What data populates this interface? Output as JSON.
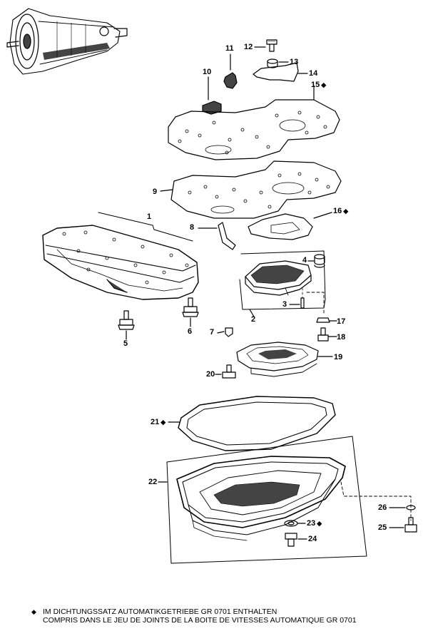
{
  "callouts": {
    "c1": {
      "label": "1"
    },
    "c2": {
      "label": "2"
    },
    "c3": {
      "label": "3"
    },
    "c4": {
      "label": "4"
    },
    "c5": {
      "label": "5"
    },
    "c6": {
      "label": "6"
    },
    "c7": {
      "label": "7"
    },
    "c8": {
      "label": "8"
    },
    "c9": {
      "label": "9"
    },
    "c10": {
      "label": "10"
    },
    "c11": {
      "label": "11"
    },
    "c12": {
      "label": "12"
    },
    "c13": {
      "label": "13"
    },
    "c14": {
      "label": "14"
    },
    "c15": {
      "label": "15",
      "mark": "◆"
    },
    "c16": {
      "label": "16",
      "mark": "◆"
    },
    "c17": {
      "label": "17"
    },
    "c18": {
      "label": "18"
    },
    "c19": {
      "label": "19"
    },
    "c20": {
      "label": "20"
    },
    "c21": {
      "label": "21",
      "mark": "◆"
    },
    "c22": {
      "label": "22"
    },
    "c23": {
      "label": "23",
      "mark": "◆"
    },
    "c24": {
      "label": "24"
    },
    "c25": {
      "label": "25"
    },
    "c26": {
      "label": "26"
    }
  },
  "footnote": {
    "mark": "◆",
    "line_de": "IM DICHTUNGSSATZ AUTOMATIKGETRIEBE GR 0701 ENTHALTEN",
    "line_fr": "COMPRIS DANS LE JEU DE JOINTS DE LA BOITE DE VITESSES AUTOMATIQUE GR 0701"
  },
  "colors": {
    "ink": "#000000",
    "paper": "#ffffff",
    "shade": "#444444"
  },
  "icons": [
    "transmission-overview-icon",
    "diamond-mark-icon"
  ]
}
